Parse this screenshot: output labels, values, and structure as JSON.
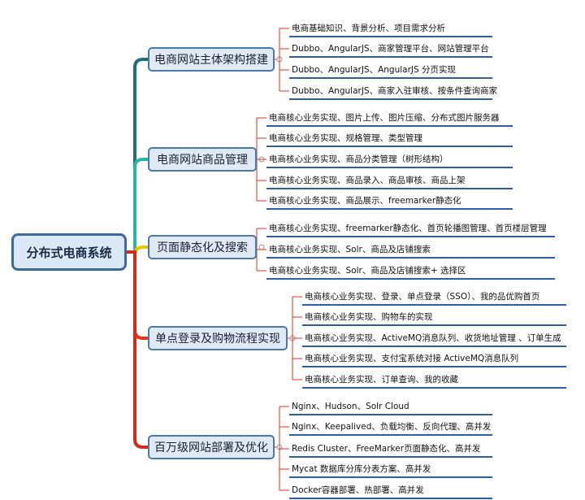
{
  "root": {
    "label": "分布式电商系统"
  },
  "branches": [
    {
      "label": "电商网站主体架构搭建",
      "color": "#1f6e7a",
      "items": [
        "电商基础知识、背景分析、项目需求分析",
        "Dubbo、AngularJS、商家管理平台、网站管理平台",
        "Dubbo、AngularJS、AngularJS 分页实现",
        "Dubbo、AngularJS、商家入驻审核、按条件查询商家"
      ]
    },
    {
      "label": "电商网站商品管理",
      "color": "#2bb5a9",
      "items": [
        "电商核心业务实现、图片上传、图片压缩、分布式图片服务器",
        "电商核心业务实现、规格管理、类型管理",
        "电商核心业务实现、商品分类管理（树形结构）",
        "电商核心业务实现、商品录入、商品审核、商品上架",
        "电商核心业务实现、商品展示、freemarker静态化"
      ]
    },
    {
      "label": "页面静态化及搜索",
      "color": "#f2c200",
      "items": [
        "电商核心业务实现、freemarker静态化、首页轮播图管理、首页楼层管理",
        "电商核心业务实现、Solr、商品及店铺搜索",
        "电商核心业务实现、Solr、商品及店铺搜索+ 选择区"
      ]
    },
    {
      "label": "单点登录及购物流程实现",
      "color": "#e8341c",
      "items": [
        "电商核心业务实现、登录、单点登录（SSO）、我的品优购首页",
        "电商核心业务实现、购物车的实现",
        "电商核心业务实现、ActiveMQ消息队列、收货地址管理 、订单生成",
        "电商核心业务实现、支付宝系统对接  ActiveMQ消息队列",
        "电商核心业务实现、订单查询、我的收藏"
      ]
    },
    {
      "label": "百万级网站部署及优化",
      "color": "#d42a1a",
      "items": [
        "Nginx、Hudson、Solr Cloud",
        "Nginx、Keepalived、负载均衡、反向代理、高并发",
        "Redis Cluster、FreeMarker页面静态化、高并发",
        "Mycat 数据库分库分表方案、高并发",
        "Docker容器部署、热部署、高并发"
      ]
    }
  ],
  "line_color": "#2e5ea7",
  "leaf_connector_color": "#e03020"
}
